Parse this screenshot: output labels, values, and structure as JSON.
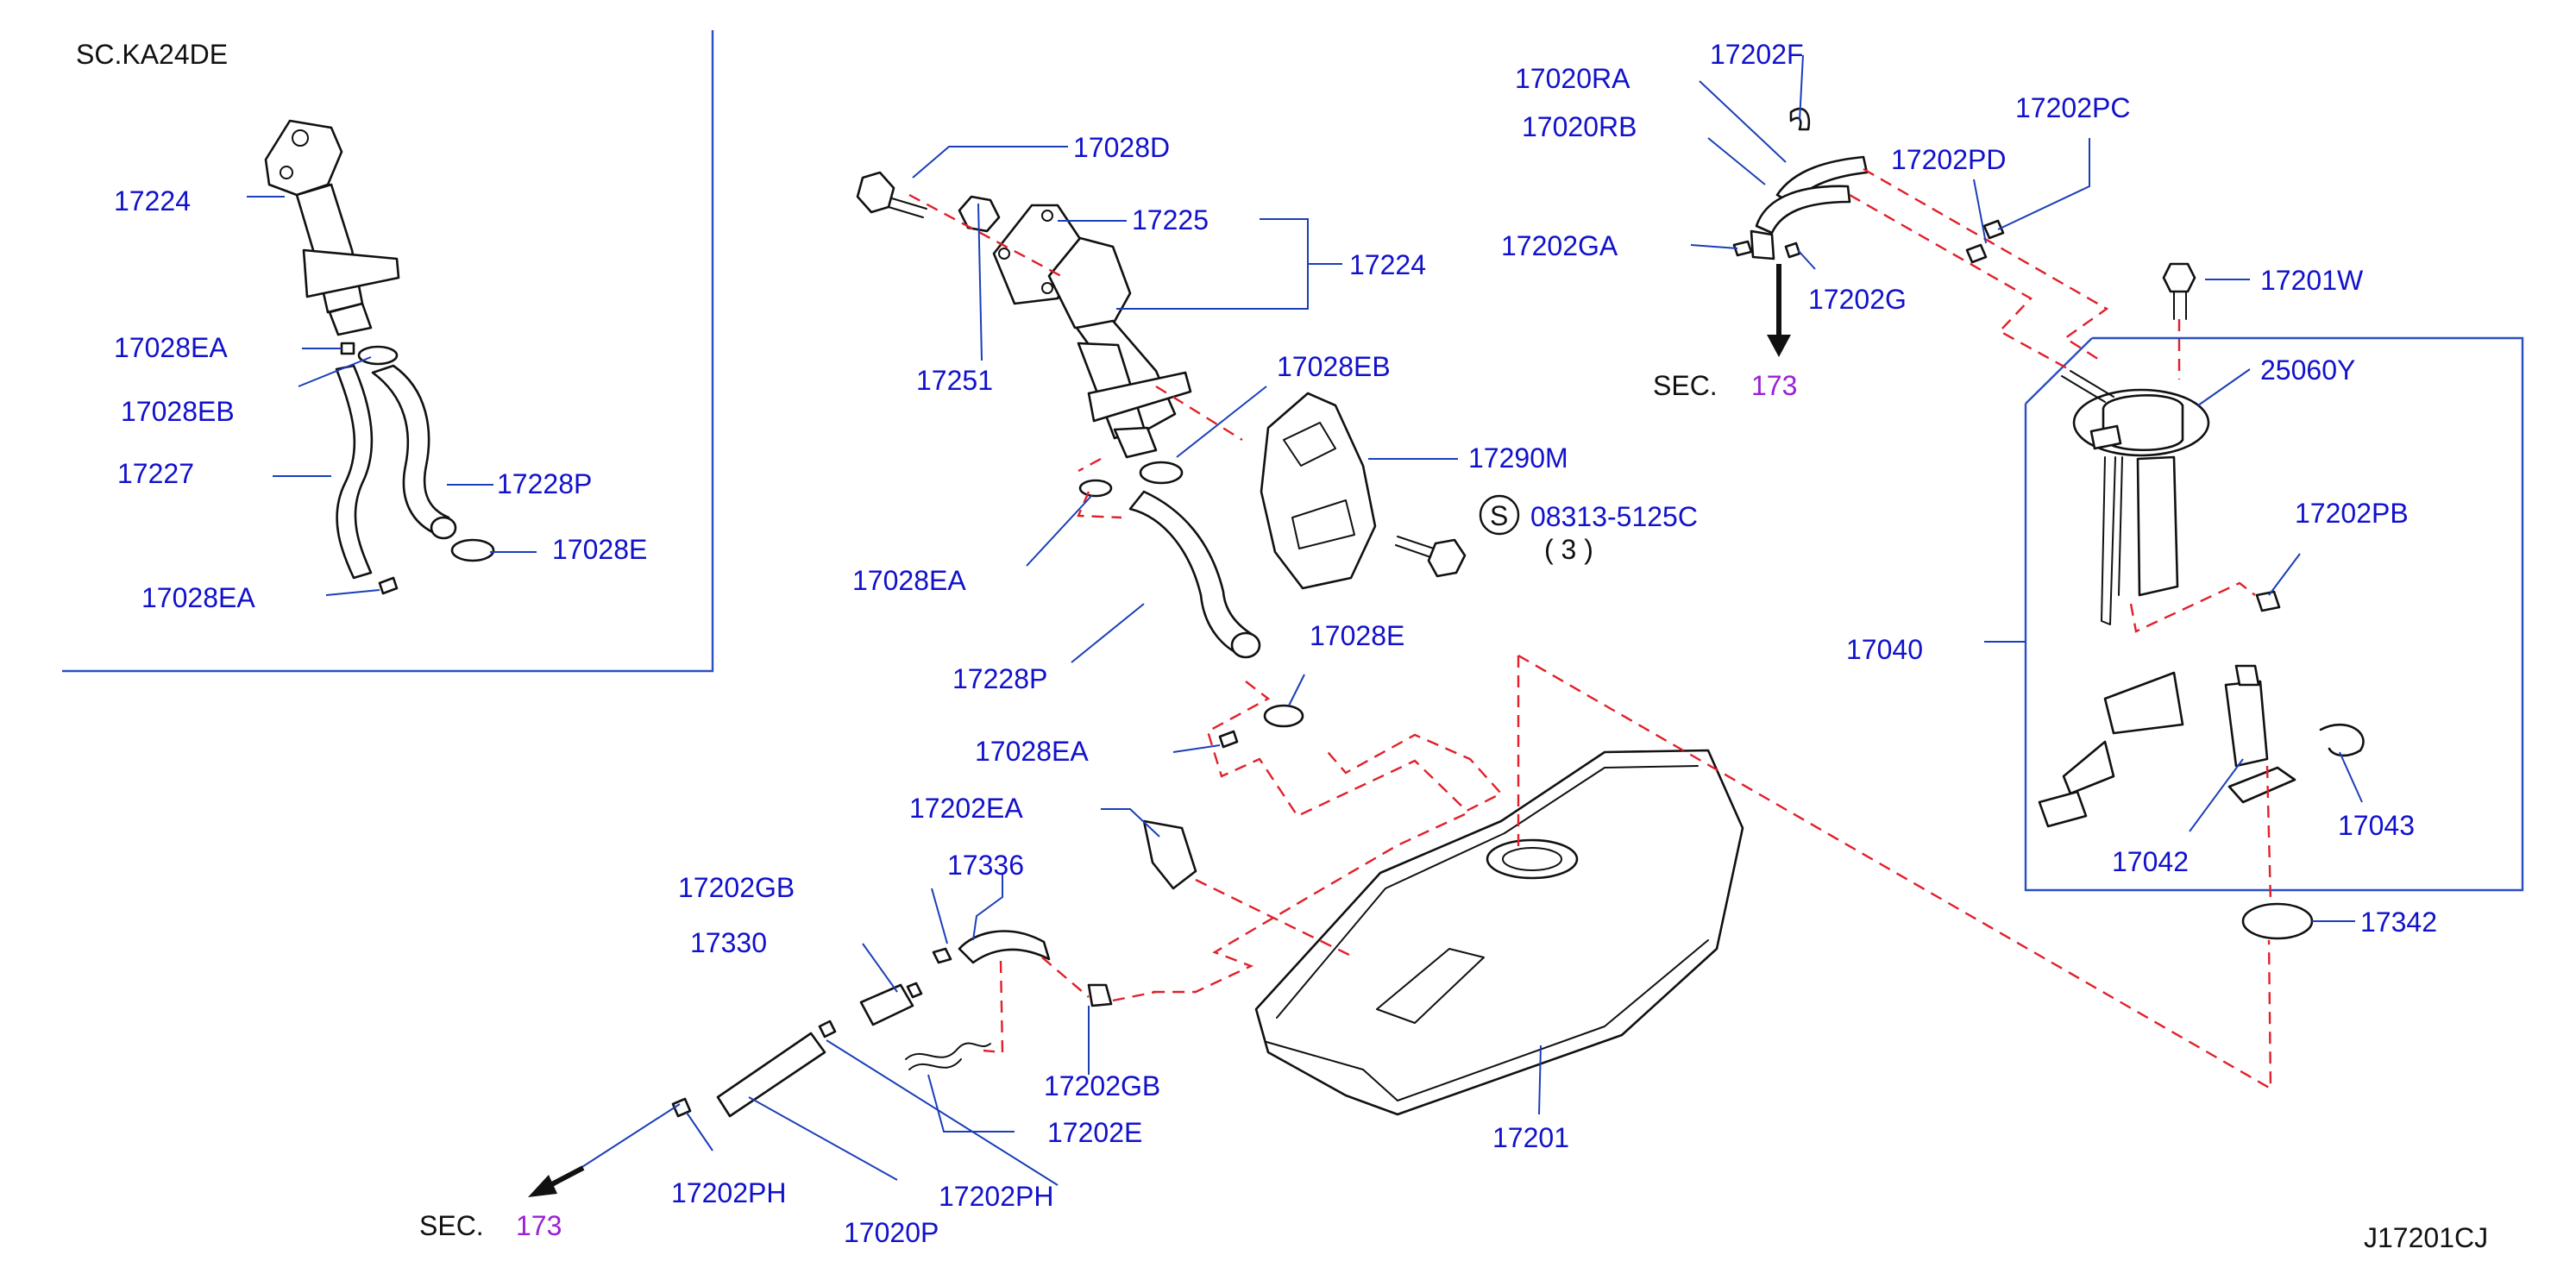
{
  "variant_label": "SC.KA24DE",
  "diagram_code": "J17201CJ",
  "sec_ref": {
    "prefix": "SEC.",
    "number": "173"
  },
  "bolt_ref": {
    "symbol": "S",
    "part": "08313-5125C",
    "qty": "( 3 )"
  },
  "labels": {
    "p17224_inset": "17224",
    "p17028EA_inset_a": "17028EA",
    "p17028EB_inset": "17028EB",
    "p17227": "17227",
    "p17228P_inset": "17228P",
    "p17028E_inset": "17028E",
    "p17028EA_inset_b": "17028EA",
    "p17028D": "17028D",
    "p17225": "17225",
    "p17224_main": "17224",
    "p17251": "17251",
    "p17028EB_main": "17028EB",
    "p17290M": "17290M",
    "p17028EA_main_a": "17028EA",
    "p17228P_main": "17228P",
    "p17028E_main": "17028E",
    "p17028EA_main_b": "17028EA",
    "p17202EA": "17202EA",
    "p17202GB_a": "17202GB",
    "p17336": "17336",
    "p17330": "17330",
    "p17202GB_b": "17202GB",
    "p17202E": "17202E",
    "p17202PH_a": "17202PH",
    "p17202PH_b": "17202PH",
    "p17020P": "17020P",
    "p17201": "17201",
    "p17020RA": "17020RA",
    "p17020RB": "17020RB",
    "p17202F": "17202F",
    "p17202PC": "17202PC",
    "p17202PD": "17202PD",
    "p17202GA": "17202GA",
    "p17202G": "17202G",
    "p17201W": "17201W",
    "p25060Y": "25060Y",
    "p17202PB": "17202PB",
    "p17040": "17040",
    "p17042": "17042",
    "p17043": "17043",
    "p17342": "17342"
  }
}
